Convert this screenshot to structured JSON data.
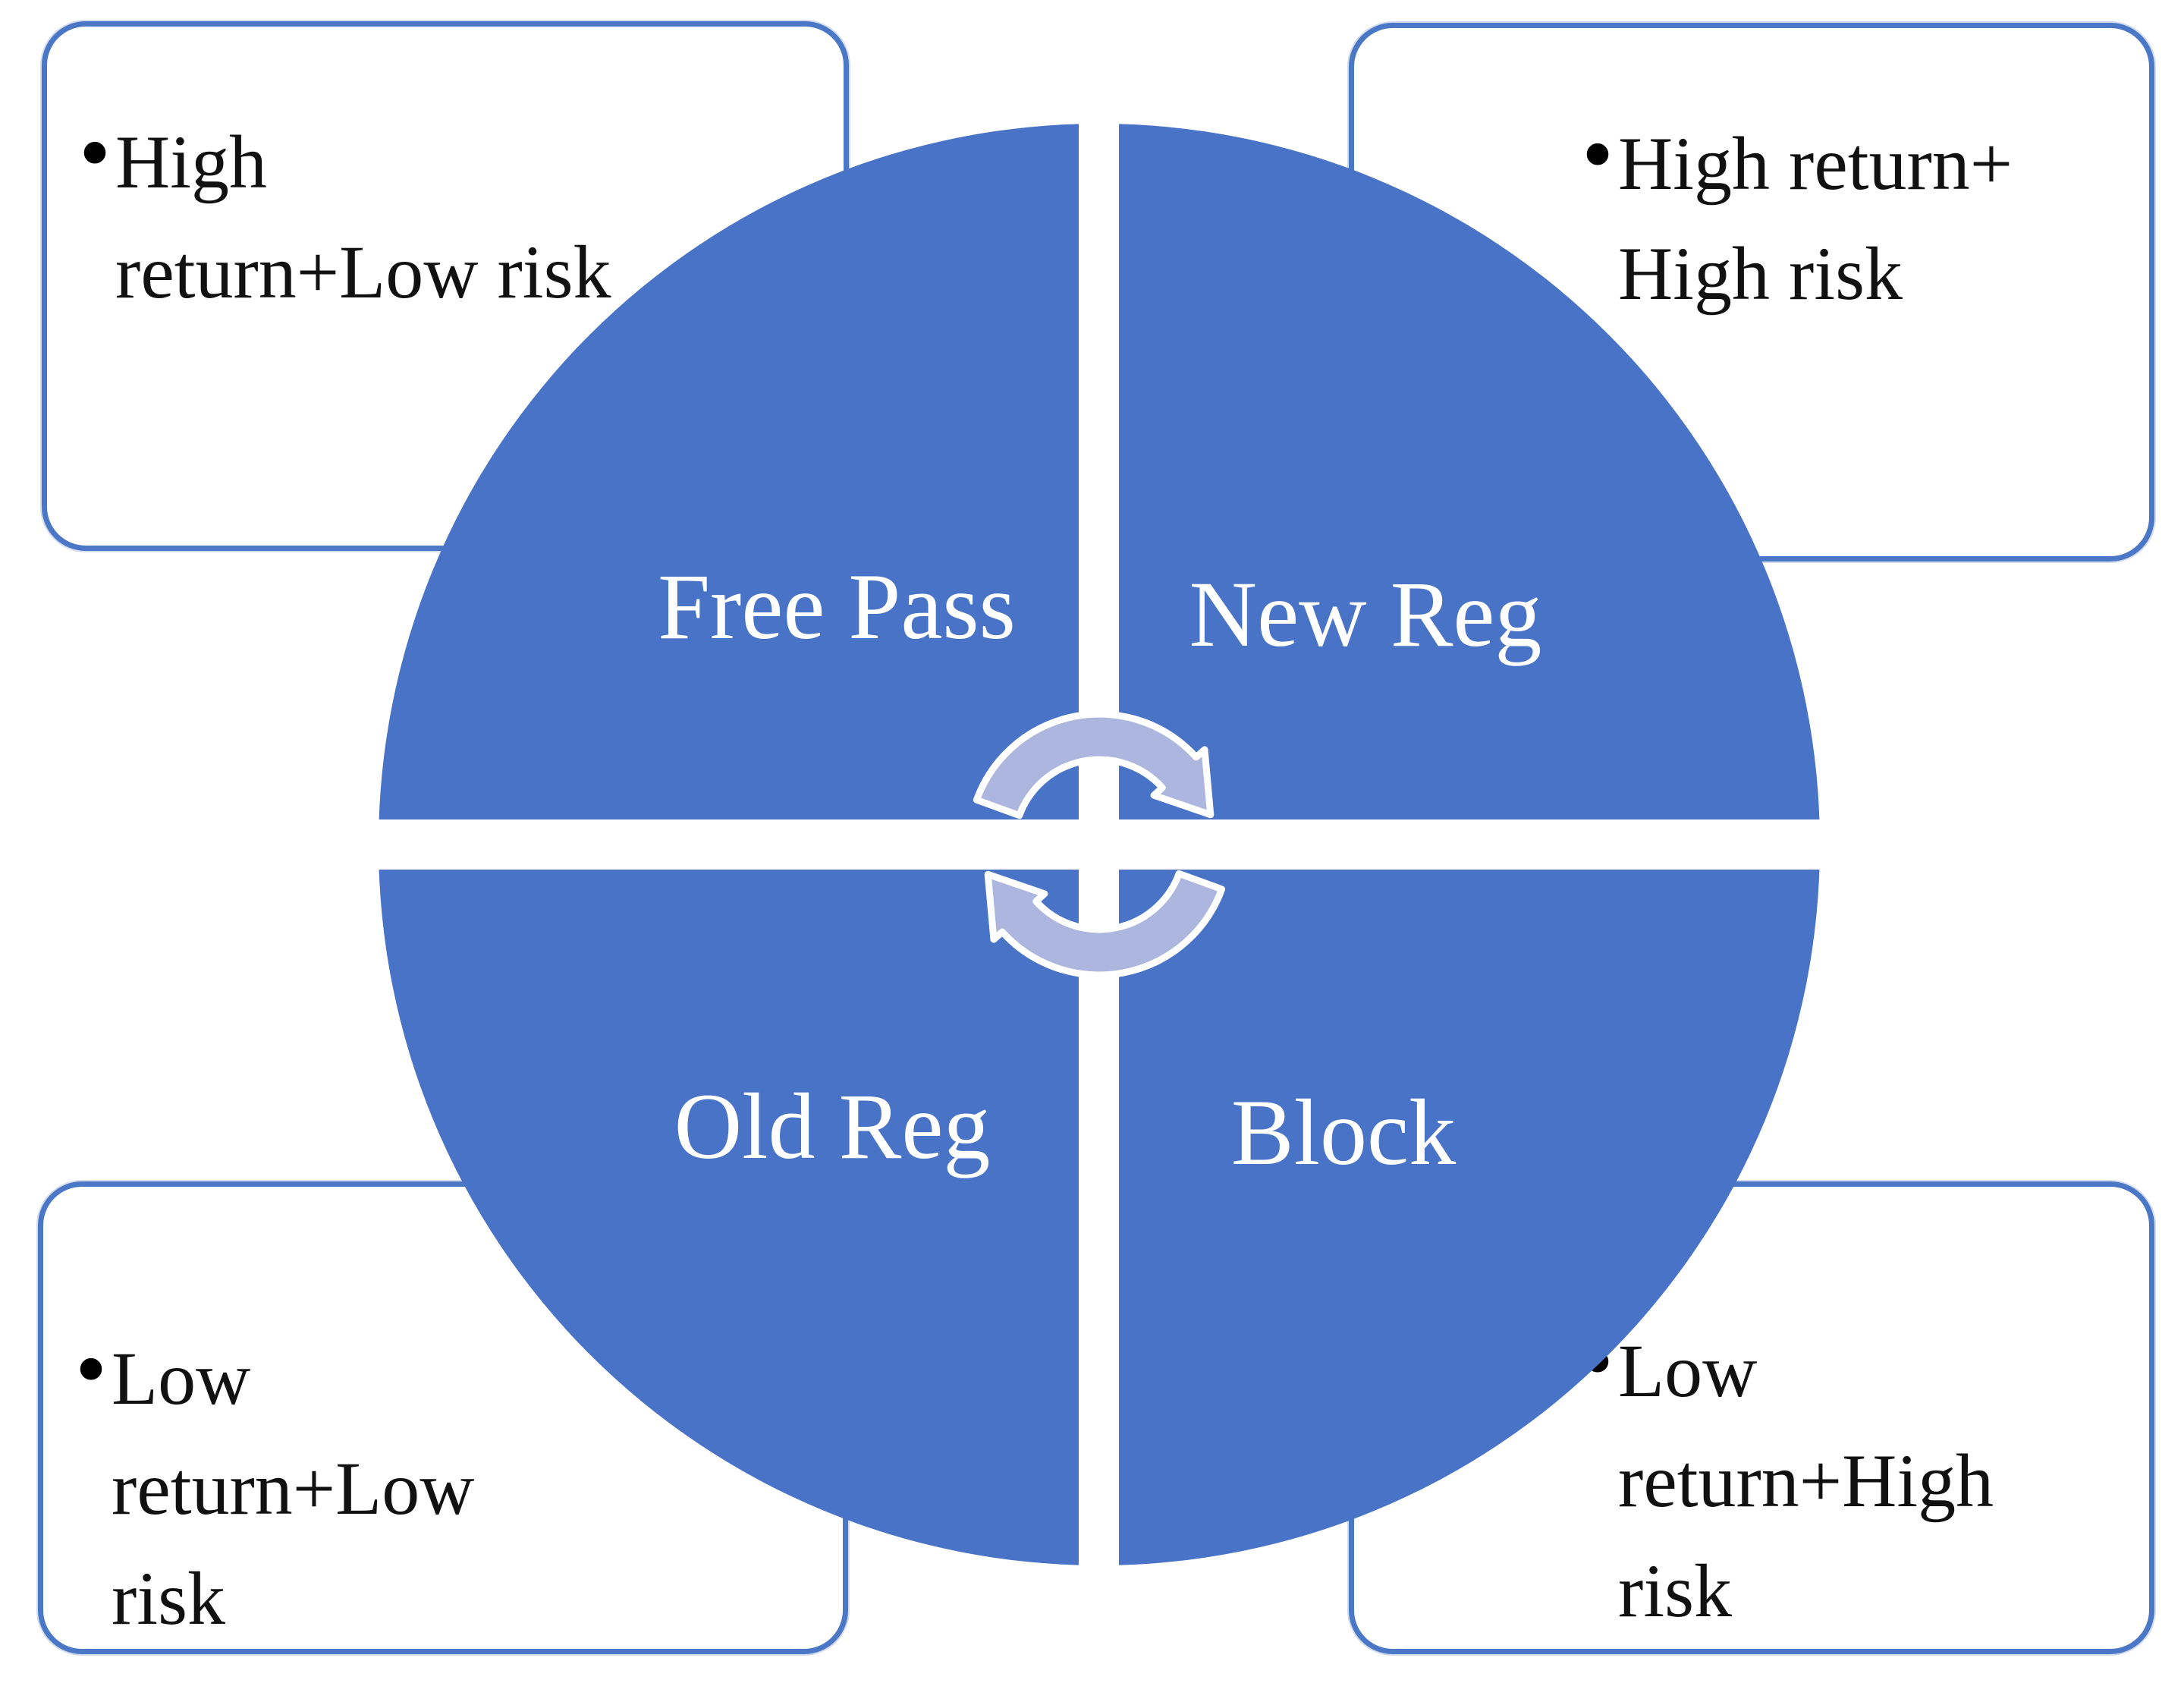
{
  "diagram": {
    "quadrants": [
      {
        "id": "free-pass",
        "label": "Free Pass"
      },
      {
        "id": "new-reg",
        "label": "New Reg"
      },
      {
        "id": "old-reg",
        "label": "Old Reg"
      },
      {
        "id": "block",
        "label": "Block"
      }
    ],
    "callouts": [
      {
        "id": "top-left",
        "bullet": "•",
        "lines": [
          "High",
          "return+Low risk"
        ]
      },
      {
        "id": "top-right",
        "bullet": "•",
        "lines": [
          "High return+",
          "High risk"
        ]
      },
      {
        "id": "bottom-left",
        "bullet": "•",
        "lines": [
          "Low",
          "return+Low",
          "risk"
        ]
      },
      {
        "id": "bottom-right",
        "bullet": "•",
        "lines": [
          "Low",
          "return+High",
          "risk"
        ]
      }
    ],
    "icons": [
      {
        "name": "cycle-arrow-top-icon",
        "meaning": "clockwise rotation"
      },
      {
        "name": "cycle-arrow-bottom-icon",
        "meaning": "clockwise rotation"
      }
    ],
    "colors": {
      "quadrant_blue": "#4873C7",
      "box_border_blue": "#4A77C6",
      "arrow_fill": "#ACB6DE",
      "quadrant_label_text": "#FFFFFF",
      "callout_text": "#111111"
    }
  }
}
